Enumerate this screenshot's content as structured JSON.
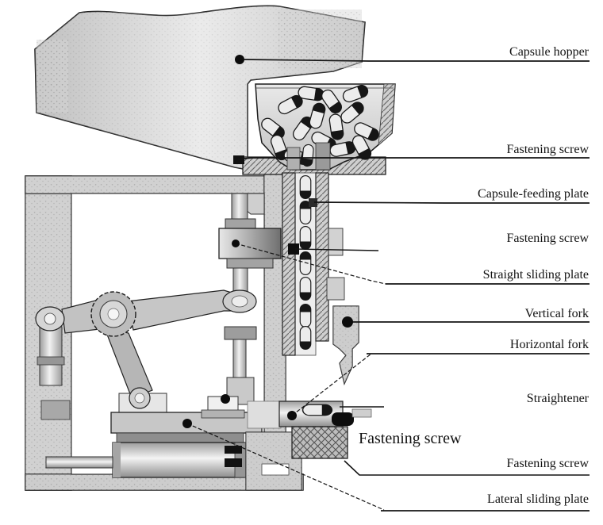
{
  "labels": [
    {
      "id": "capsule-hopper",
      "text": "Capsule hopper"
    },
    {
      "id": "fastening-screw-top",
      "text": "Fastening screw"
    },
    {
      "id": "capsule-feeding-plate",
      "text": "Capsule-feeding plate"
    },
    {
      "id": "fastening-screw-2",
      "text": "Fastening screw"
    },
    {
      "id": "straight-sliding-plate",
      "text": "Straight sliding plate"
    },
    {
      "id": "vertical-fork",
      "text": "Vertical fork"
    },
    {
      "id": "horizontal-fork",
      "text": "Horizontal fork"
    },
    {
      "id": "straightener",
      "text": "Straightener"
    },
    {
      "id": "fastening-screw-large",
      "text": "Fastening screw"
    },
    {
      "id": "fastening-screw-bottom",
      "text": "Fastening screw"
    },
    {
      "id": "lateral-sliding-plate",
      "text": "Lateral sliding plate"
    }
  ],
  "colors": {
    "ink": "#141414",
    "machine_light": "#ececec",
    "machine_mid": "#c6c6c6",
    "machine_dark": "#8f8f8f",
    "background": "#ffffff"
  }
}
